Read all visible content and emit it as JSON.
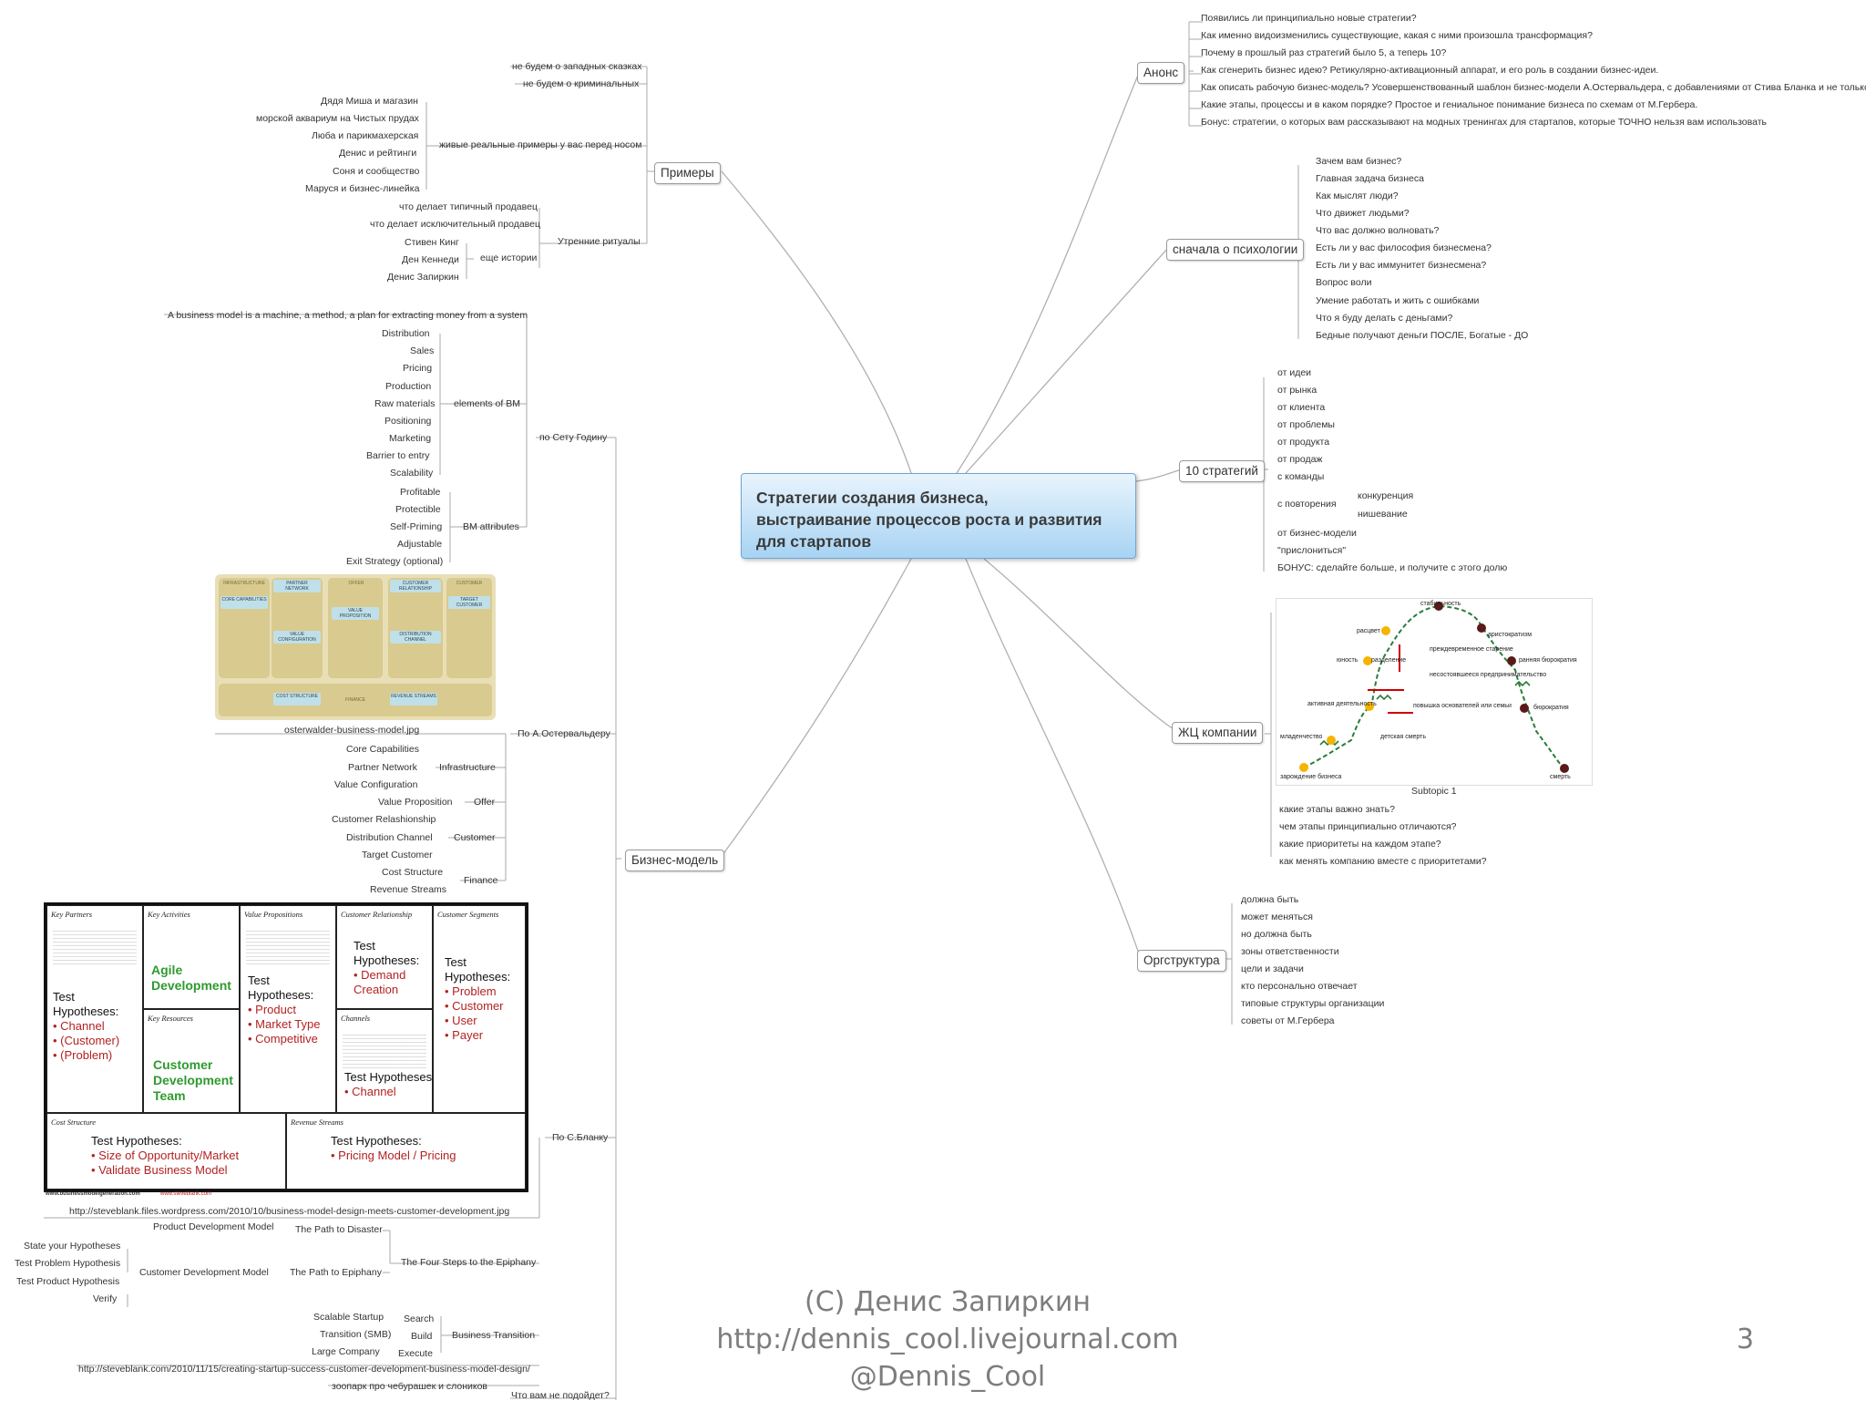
{
  "center_topic": [
    "Стратегии создания бизнеса,",
    "выстраивание процессов роста и развития",
    "для стартапов"
  ],
  "branches": {
    "anons": {
      "title": "Анонс",
      "items": [
        "Появились ли принципиально новые стратегии?",
        "Как именно видоизменились существующие, какая с ними произошла трансформация?",
        "Почему в прошлый раз стратегий было 5, а теперь 10?",
        "Как сгенерить бизнес идею? Ретикулярно-активационный аппарат, и его роль в создании бизнес-идеи.",
        "Как описать рабочую бизнес-модель? Усовершенствованный шаблон бизнес-модели А.Остервальдера, с добавлениями от Стива Бланка и не только.",
        "Какие этапы, процессы и в каком порядке? Простое и гениальное понимание бизнеса по схемам от М.Гербера.",
        "Бонус: стратегии, о которых вам рассказывают на модных тренингах для стартапов, которые ТОЧНО нельзя вам использовать"
      ]
    },
    "psychology": {
      "title": "сначала о психологии",
      "items": [
        "Зачем вам бизнес?",
        "Главная задача бизнеса",
        "Как мыслят люди?",
        "Что движет людьми?",
        "Что вас должно волновать?",
        "Есть ли у вас философия бизнесмена?",
        "Есть ли у вас иммунитет бизнесмена?",
        "Вопрос воли",
        "Умение работать и жить с ошибками",
        "Что я буду делать с деньгами?",
        "Бедные получают деньги ПОСЛЕ, Богатые - ДО"
      ]
    },
    "strategies": {
      "title": "10 стратегий",
      "items": [
        "от идеи",
        "от рынка",
        "от клиента",
        "от проблемы",
        "от продукта",
        "от продаж",
        "с команды",
        "с повторения",
        "от бизнес-модели",
        "\"прислониться\"",
        "БОНУС: сделайте больше, и получите с этого долю"
      ],
      "repeat_sub": [
        "конкуренция",
        "нишевание"
      ]
    },
    "lifecycle": {
      "title": "ЖЦ компании",
      "image_caption": "Subtopic 1",
      "items": [
        "какие этапы важно знать?",
        "чем этапы принципиально отличаются?",
        "какие приоритеты на каждом этапе?",
        "как менять компанию вместе с приоритетами?"
      ],
      "stages": [
        "стабильность",
        "расцвет",
        "аристократизм",
        "юность",
        "разделение",
        "ранняя бюрократия",
        "преждевременное старение",
        "несостоявшееся предпринимательство",
        "активная деятельность",
        "повышка основателей или семьи",
        "бюрократия",
        "младенчество",
        "детская смерть",
        "зарождение бизнеса",
        "смерть"
      ]
    },
    "orgstructure": {
      "title": "Оргструктура",
      "items": [
        "должна быть",
        "может меняться",
        "но должна быть",
        "зоны ответственности",
        "цели и задачи",
        "кто персонально отвечает",
        "типовые структуры организации",
        "советы от М.Гербера"
      ]
    },
    "examples": {
      "title": "Примеры",
      "top": [
        "не будем о западных сказках",
        "не будем о криминальных"
      ],
      "live_title": "живые реальные примеры у вас перед носом",
      "live": [
        "Дядя Миша и магазин",
        "морской аквариум на Чистых прудах",
        "Люба и парикмахерская",
        "Денис и рейтинги",
        "Соня и сообщество",
        "Маруся и бизнес-линейка"
      ],
      "rituals_title": "Утренние ритуалы",
      "rituals": [
        "что делает типичный продавец",
        "что делает исключительный продавец"
      ],
      "stories_title": "еще истории",
      "stories": [
        "Стивен Кинг",
        "Ден Кеннеди",
        "Денис Запиркин"
      ]
    },
    "bm": {
      "title": "Бизнес-модель",
      "godin": {
        "title": "по Сету Годину",
        "definition": "A business model is a machine, a method, a plan for extracting money from a system",
        "elements_title": "elements of BM",
        "elements": [
          "Distribution",
          "Sales",
          "Pricing",
          "Production",
          "Raw materials",
          "Positioning",
          "Marketing",
          "Barrier to entry",
          "Scalability"
        ],
        "attrs_title": "BM attributes",
        "attrs": [
          "Profitable",
          "Protectible",
          "Self-Priming",
          "Adjustable",
          "Exit Strategy (optional)"
        ]
      },
      "osterwalder": {
        "title": "По А.Остервальдеру",
        "image_caption": "osterwalder-business-model.jpg",
        "groups": [
          {
            "title": "Infrastructure",
            "items": [
              "Core Capabilities",
              "Partner Network",
              "Value Configuration"
            ]
          },
          {
            "title": "Offer",
            "items": [
              "Value Proposition"
            ]
          },
          {
            "title": "Customer",
            "items": [
              "Customer Relashionship",
              "Distribution Channel",
              "Target Customer"
            ]
          },
          {
            "title": "Finance",
            "items": [
              "Cost Structure",
              "Revenue Streams"
            ]
          }
        ],
        "canvas_labels": [
          "INFRASTRUCTURE",
          "PARTNER NETWORK",
          "OFFER",
          "CUSTOMER RELATIONSHIP",
          "CUSTOMER",
          "CORE CAPABILITIES",
          "VALUE PROPOSITION",
          "TARGET CUSTOMER",
          "VALUE CONFIGURATION",
          "DISTRIBUTION CHANNEL",
          "COST STRUCTURE",
          "FINANCE",
          "REVENUE STREAMS"
        ]
      },
      "blank": {
        "title": "По С.Бланку",
        "canvas": {
          "key_partners": "Key Partners",
          "key_activities": "Key Activities",
          "value_props": "Value Propositions",
          "cust_rel": "Customer Relationship",
          "cust_seg": "Customer Segments",
          "key_resources": "Key Resources",
          "channels": "Channels",
          "cost": "Cost Structure",
          "revenue": "Revenue Streams",
          "test": "Test Hypotheses:",
          "partners_list": [
            "• Channel",
            "• (Customer)",
            "• (Problem)"
          ],
          "agile": [
            "Agile",
            "Development"
          ],
          "vp_list": [
            "• Product",
            "• Market Type",
            "• Competitive"
          ],
          "rel_list": [
            "• Demand",
            "Creation"
          ],
          "seg_list": [
            "• Problem",
            "• Customer",
            "• User",
            "• Payer"
          ],
          "custdev": [
            "Customer",
            "Development",
            "Team"
          ],
          "channel_list": [
            "• Channel"
          ],
          "cost_list": [
            "• Size of Opportunity/Market",
            "• Validate Business Model"
          ],
          "revenue_list": [
            "• Pricing Model / Pricing"
          ],
          "site1": "www.businessmodelgeneration.com",
          "site2": "www.steveblank.com"
        },
        "image_url": "http://steveblank.files.wordpress.com/2010/10/business-model-design-meets-customer-development.jpg",
        "product_dev": "Product Development Model",
        "path_disaster": "The Path to Disaster",
        "four_steps": "The Four Steps to the Epiphany",
        "cust_dev_model": "Customer Development Model",
        "path_epiphany": "The Path to Epiphany",
        "hypotheses": [
          "State your Hypotheses",
          "Test Problem Hypothesis",
          "Test Product Hypothesis",
          "Verify"
        ],
        "transition_title": "Business Transition",
        "transition": [
          [
            "Scalable Startup",
            "Search"
          ],
          [
            "Transition (SMB)",
            "Build"
          ],
          [
            "Large Company",
            "Execute"
          ]
        ],
        "url2": "http://steveblank.com/2010/11/15/creating-startup-success-customer-development-business-model-design/",
        "cheburashka": "зоопарк про чебурашек и слоников",
        "not_fit": "Что вам не подойдет?"
      }
    }
  },
  "footer": {
    "copyright": "(C) Денис Запиркин",
    "url": "http://dennis_cool.livejournal.com",
    "handle": "@Dennis_Cool"
  },
  "page_number": "3",
  "colors": {
    "center_fill_top": "#e9f4fd",
    "center_fill_bottom": "#a7d3f3",
    "line": "#b8b8b8",
    "footer_text": "#7d7d7d",
    "hypothesis_red": "#b22222",
    "agile_green": "#2e9a2e"
  }
}
